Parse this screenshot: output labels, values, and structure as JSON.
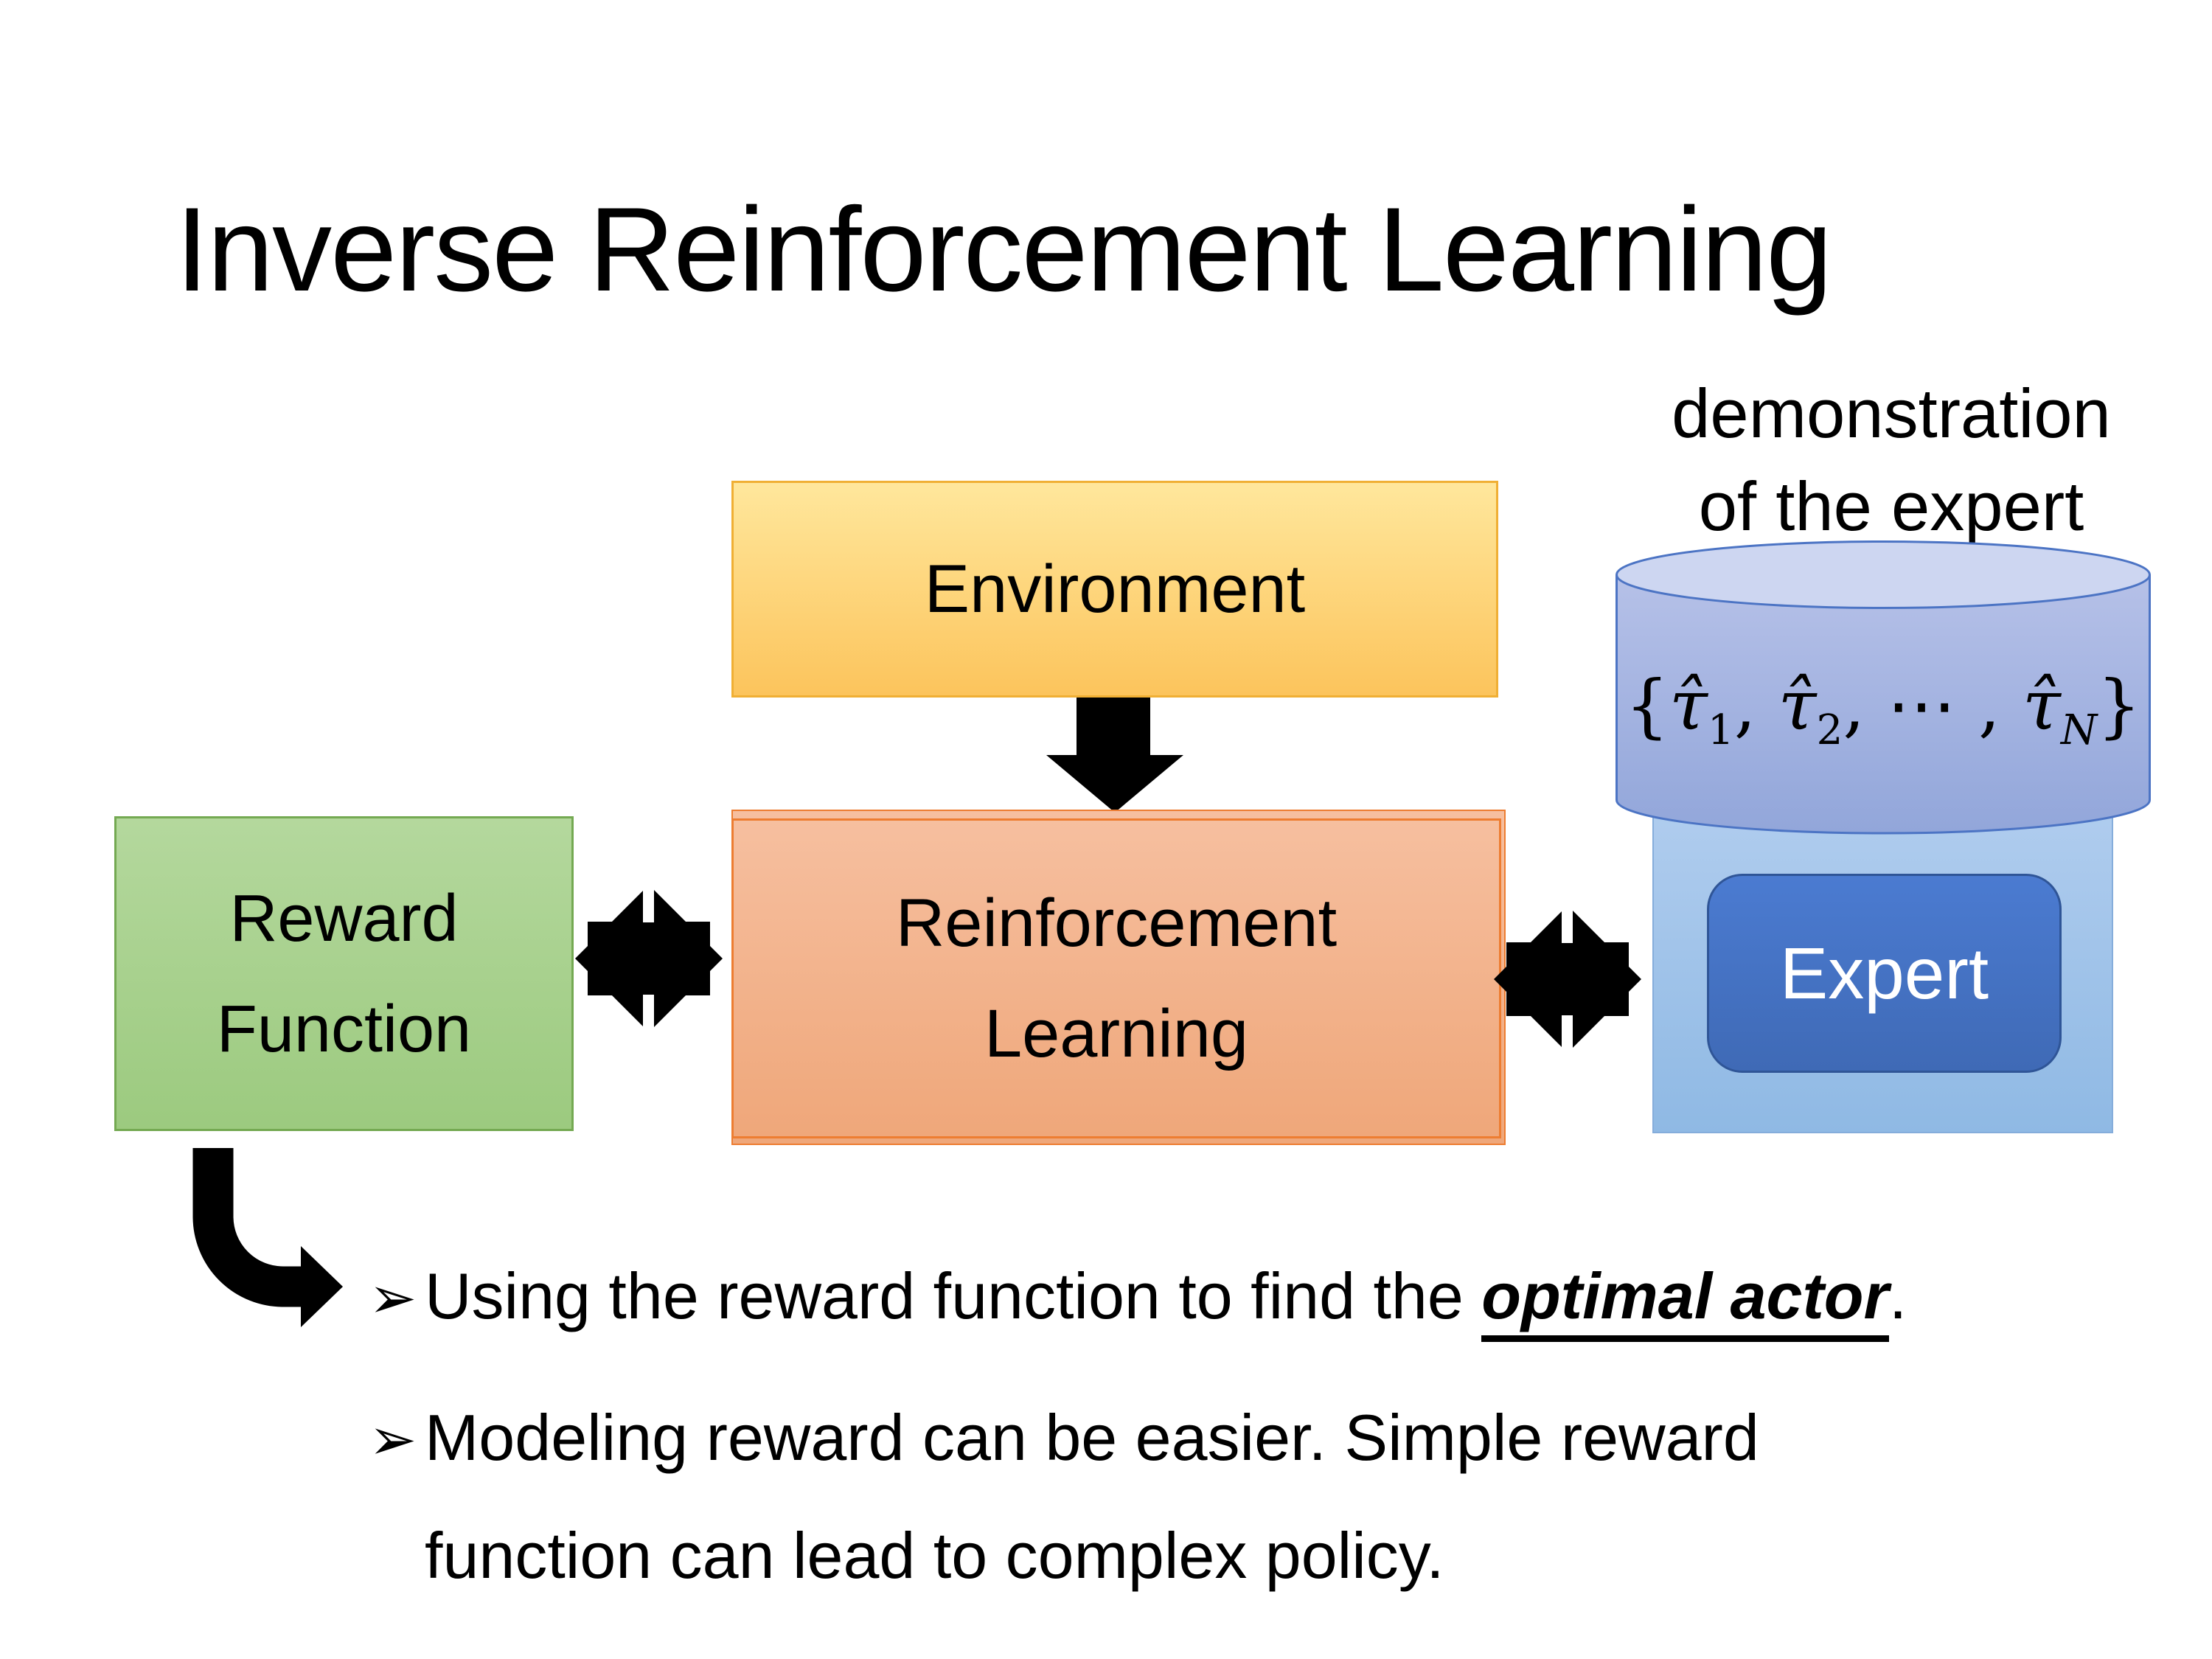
{
  "title": "Inverse Reinforcement Learning",
  "annotation": {
    "line1": "demonstration",
    "line2": "of the expert"
  },
  "boxes": {
    "environment": {
      "label": "Environment"
    },
    "reward_function": {
      "line1": "Reward",
      "line2": "Function"
    },
    "reinforcement_learning": {
      "line1": "Reinforcement",
      "line2": "Learning"
    },
    "expert": {
      "label": "Expert"
    }
  },
  "database": {
    "formula": {
      "open": "{",
      "tau1": "τ̂",
      "sub1": "1",
      "sep1": ", ",
      "tau2": "τ̂",
      "sub2": "2",
      "sep2": ", ⋯ , ",
      "tau3": "τ̂",
      "subn": "N",
      "close": "}"
    }
  },
  "bullets": {
    "marker": "➢",
    "item1": {
      "before": "Using the reward function to find the ",
      "emphasis": "optimal actor",
      "after": "."
    },
    "item2": {
      "text": "Modeling reward can be easier. Simple reward function can lead to complex policy."
    }
  },
  "css_vars": {
    "--bg": "#FFFFFF",
    "--ink": "#000000",
    "--env-top": "#FFE79C",
    "--env-bottom": "#FCC45C",
    "--env-border": "#F0AF34",
    "--green-top": "#B4D89D",
    "--green-bottom": "#9CCA7F",
    "--green-border": "#74A952",
    "--rl-top": "#F6BF9F",
    "--rl-bottom": "#EFA77A",
    "--rl-border": "#ED7D31",
    "--panel-top": "#AFCCEE",
    "--panel-bottom": "#8FB9E4",
    "--panel-border": "#85ADDB",
    "--expert-top": "#4B7BD1",
    "--expert-bottom": "#3F6AB6",
    "--expert-border": "#2F5597",
    "--expert-ink": "#FFFFFF",
    "--cyl-top": "#CDD6F1",
    "--cyl-body-top": "#B6C1E8",
    "--cyl-body-bottom": "#92A6DA",
    "--cyl-border": "#4C74C4"
  }
}
